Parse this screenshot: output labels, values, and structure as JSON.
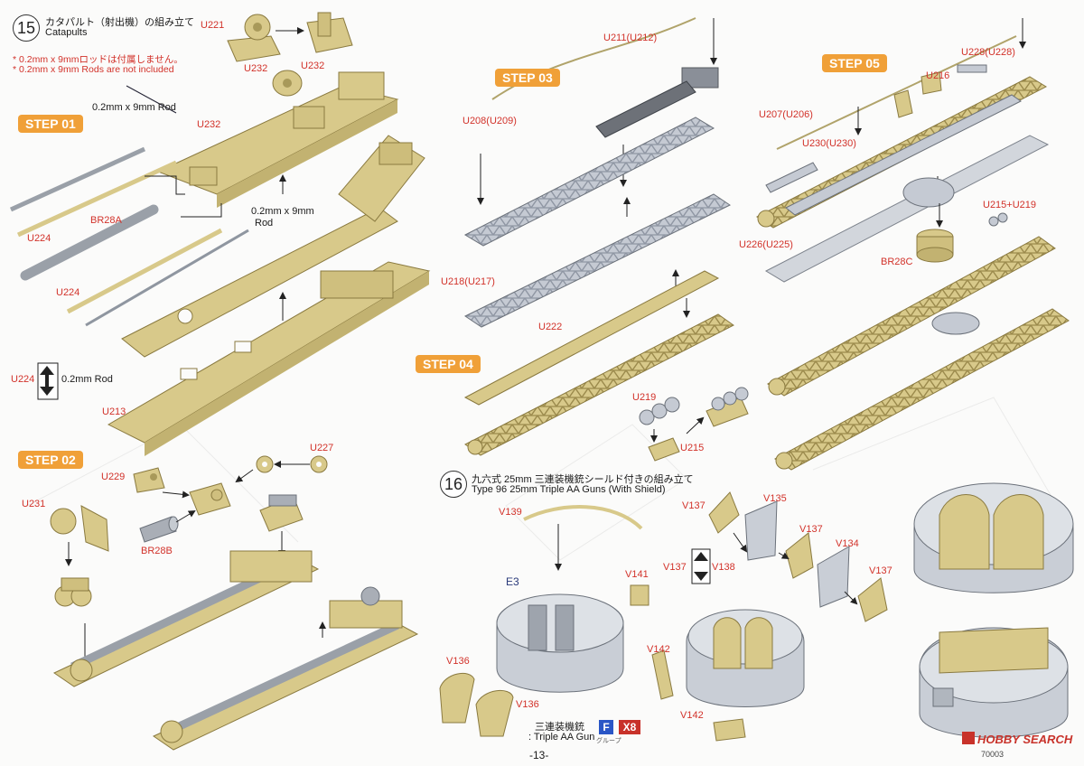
{
  "sections": {
    "s15": {
      "number": "15",
      "title_jp": "カタパルト（射出機）の組み立て",
      "title_en": "Catapults",
      "note_jp": "* 0.2mm x 9mmロッドは付属しません。",
      "note_en": "* 0.2mm x 9mm Rods are not included"
    },
    "s16": {
      "number": "16",
      "title_jp": "九六式 25mm 三連装機銃シールド付きの組み立て",
      "title_en": "Type 96 25mm Triple AA Guns (With Shield)"
    }
  },
  "steps": {
    "step01": "STEP 01",
    "step02": "STEP 02",
    "step03": "STEP 03",
    "step04": "STEP 04",
    "step05": "STEP 05"
  },
  "labels": {
    "u221": "U221",
    "u232a": "U232",
    "u232b": "U232",
    "u232c": "U232",
    "rod1": "0.2mm x 9mm Rod",
    "rod2a": "0.2mm x 9mm",
    "rod2b": "Rod",
    "br28a": "BR28A",
    "u224a": "U224",
    "u224b": "U224",
    "u224c": "U224",
    "rod3": "0.2mm Rod",
    "u213": "U213",
    "u229": "U229",
    "u227": "U227",
    "u231": "U231",
    "br28b": "BR28B",
    "u211": "U211(U212)",
    "u208": "U208(U209)",
    "u218": "U218(U217)",
    "u222": "U222",
    "u219": "U219",
    "u215": "U215",
    "u228": "U228(U228)",
    "u216": "U216",
    "u207": "U207(U206)",
    "u230": "U230(U230)",
    "u215u219": "U215+U219",
    "u226": "U226(U225)",
    "br28c": "BR28C",
    "v139": "V139",
    "e3": "E3",
    "v141": "V141",
    "v136a": "V136",
    "v136b": "V136",
    "v137a": "V137",
    "v135": "V135",
    "v137b": "V137",
    "v137c": "V137",
    "v138": "V138",
    "v134": "V134",
    "v137d": "V137",
    "v142a": "V142",
    "v142b": "V142",
    "triple_jp": "三連装機銃",
    "triple_en": ": Triple AA Gun",
    "badge_f": "F",
    "badge_x8": "X8",
    "badge_f_sub": "グループ"
  },
  "footer": {
    "page": "-13-",
    "code": "70003",
    "watermark": "HOBBY SEARCH"
  },
  "colors": {
    "accent_red": "#d2322a",
    "step_orange": "#f0a038",
    "part_tan": "#d8c98a",
    "part_grey": "#c9ced6"
  }
}
